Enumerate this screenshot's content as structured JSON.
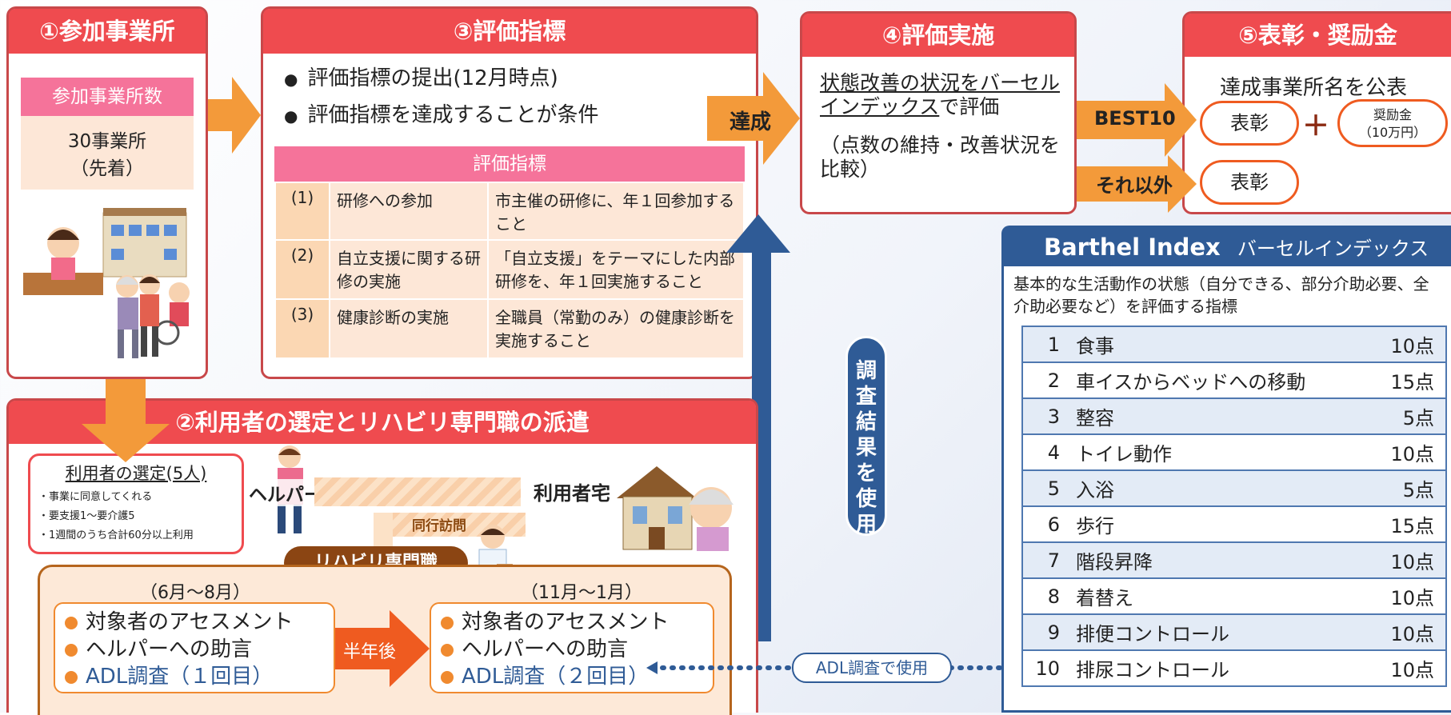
{
  "panel1": {
    "title": "①参加事業所",
    "count_label": "参加事業所数",
    "count_value": "30事業所",
    "count_note": "（先着）"
  },
  "panel3": {
    "title": "③評価指標",
    "bullets": [
      "評価指標の提出(12月時点)",
      "評価指標を達成することが条件"
    ],
    "table_header": "評価指標",
    "rows": [
      {
        "no": "(1)",
        "item": "研修への参加",
        "desc": "市主催の研修に、年１回参加すること"
      },
      {
        "no": "(2)",
        "item": "自立支援に関する研修の実施",
        "desc": "「自立支援」をテーマにした内部研修を、年１回実施すること"
      },
      {
        "no": "(3)",
        "item": "健康診断の実施",
        "desc": "全職員（常勤のみ）の健康診断を実施すること"
      }
    ]
  },
  "achieve_label": "達成",
  "panel4": {
    "title": "④評価実施",
    "text_underlined": "状態改善の状況をバーセルインデックス",
    "text_suffix": "で評価",
    "text_note": "（点数の維持・改善状況を比較）"
  },
  "panel5": {
    "title": "⑤表彰・奨励金",
    "subtitle": "達成事業所名を公表",
    "best_label": "BEST10",
    "other_label": "それ以外",
    "award_label": "表彰",
    "plus": "＋",
    "bonus_label": "奨励金",
    "bonus_amount": "（10万円）"
  },
  "survey_arrow_label": "調査結果を使用",
  "barthel": {
    "title": "Barthel Index",
    "title_kana": "バーセルインデックス",
    "description": "基本的な生活動作の状態（自分できる、部分介助必要、全介助必要など）を評価する指標",
    "items": [
      {
        "no": "1",
        "name": "食事",
        "points": "10点"
      },
      {
        "no": "2",
        "name": "車イスからベッドへの移動",
        "points": "15点"
      },
      {
        "no": "3",
        "name": "整容",
        "points": "5点"
      },
      {
        "no": "4",
        "name": "トイレ動作",
        "points": "10点"
      },
      {
        "no": "5",
        "name": "入浴",
        "points": "5点"
      },
      {
        "no": "6",
        "name": "歩行",
        "points": "15点"
      },
      {
        "no": "7",
        "name": "階段昇降",
        "points": "10点"
      },
      {
        "no": "8",
        "name": "着替え",
        "points": "10点"
      },
      {
        "no": "9",
        "name": "排便コントロール",
        "points": "10点"
      },
      {
        "no": "10",
        "name": "排尿コントロール",
        "points": "10点"
      }
    ]
  },
  "panel2": {
    "title": "②利用者の選定とリハビリ専門職の派遣",
    "selection_title": "利用者の選定(5人)",
    "selection_items": [
      "・事業に同意してくれる",
      "・要支援1～要介護5",
      "・1週間のうち合計60分以上利用"
    ],
    "helper_label": "ヘルパー",
    "home_label": "利用者宅",
    "accompany_label": "同行訪問",
    "rehab_label": "リハビリ専門職",
    "period1": "（6月～8月）",
    "period2": "（11月～1月）",
    "half_year": "半年後",
    "box1": [
      "対象者のアセスメント",
      "ヘルパーへの助言",
      "ADL調査（１回目）"
    ],
    "box2": [
      "対象者のアセスメント",
      "ヘルパーへの助言",
      "ADL調査（２回目）"
    ],
    "adl_use_label": "ADL調査で使用"
  },
  "colors": {
    "red": "#ef4b4f",
    "orange": "#f39a3a",
    "navy": "#2f5b96",
    "pink": "#f5739a"
  }
}
